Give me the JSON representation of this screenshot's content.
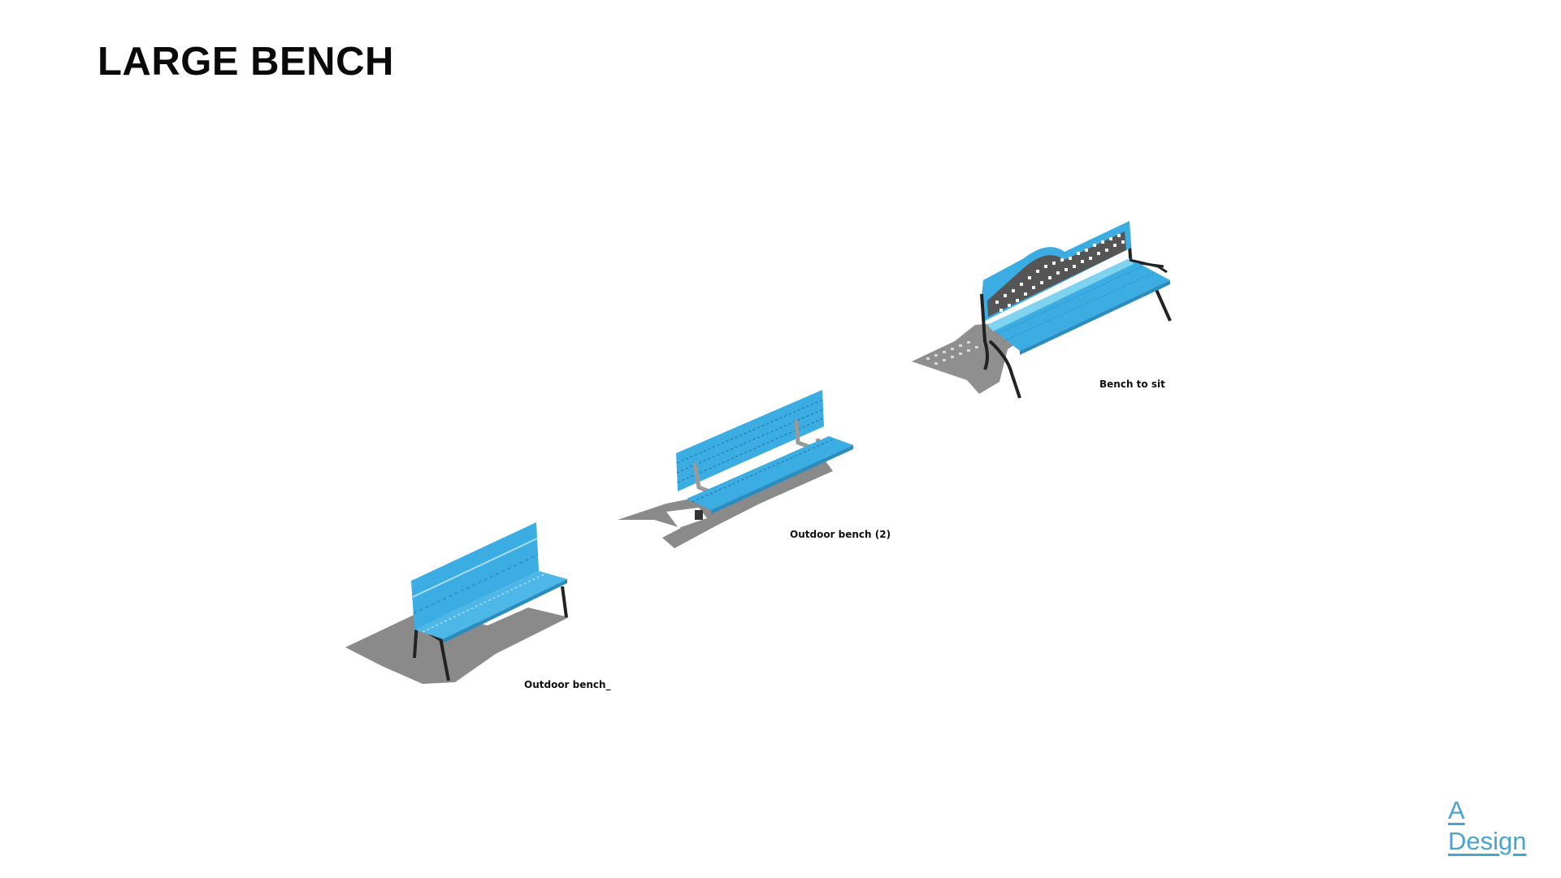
{
  "page": {
    "title": "LARGE BENCH"
  },
  "benches": [
    {
      "id": "outdoor-bench",
      "label": "Outdoor bench_",
      "style": "slatted backrest, black steel legs"
    },
    {
      "id": "outdoor-bench-2",
      "label": "Outdoor bench (2)",
      "style": "slatted backrest and seat, metal frame arms"
    },
    {
      "id": "bench-to-sit",
      "label": "Bench to sit",
      "style": "lattice backrest, cast iron legs"
    }
  ],
  "logo": {
    "line1": "A",
    "line2": "Design"
  },
  "colors": {
    "bench_blue": "#3bade3",
    "bench_blue_light": "#6cc6ef",
    "shadow": "#8a8a8a",
    "frame_dark": "#2a2a2a",
    "logo_blue": "#4aa3cf",
    "title": "#0a0a0a"
  }
}
